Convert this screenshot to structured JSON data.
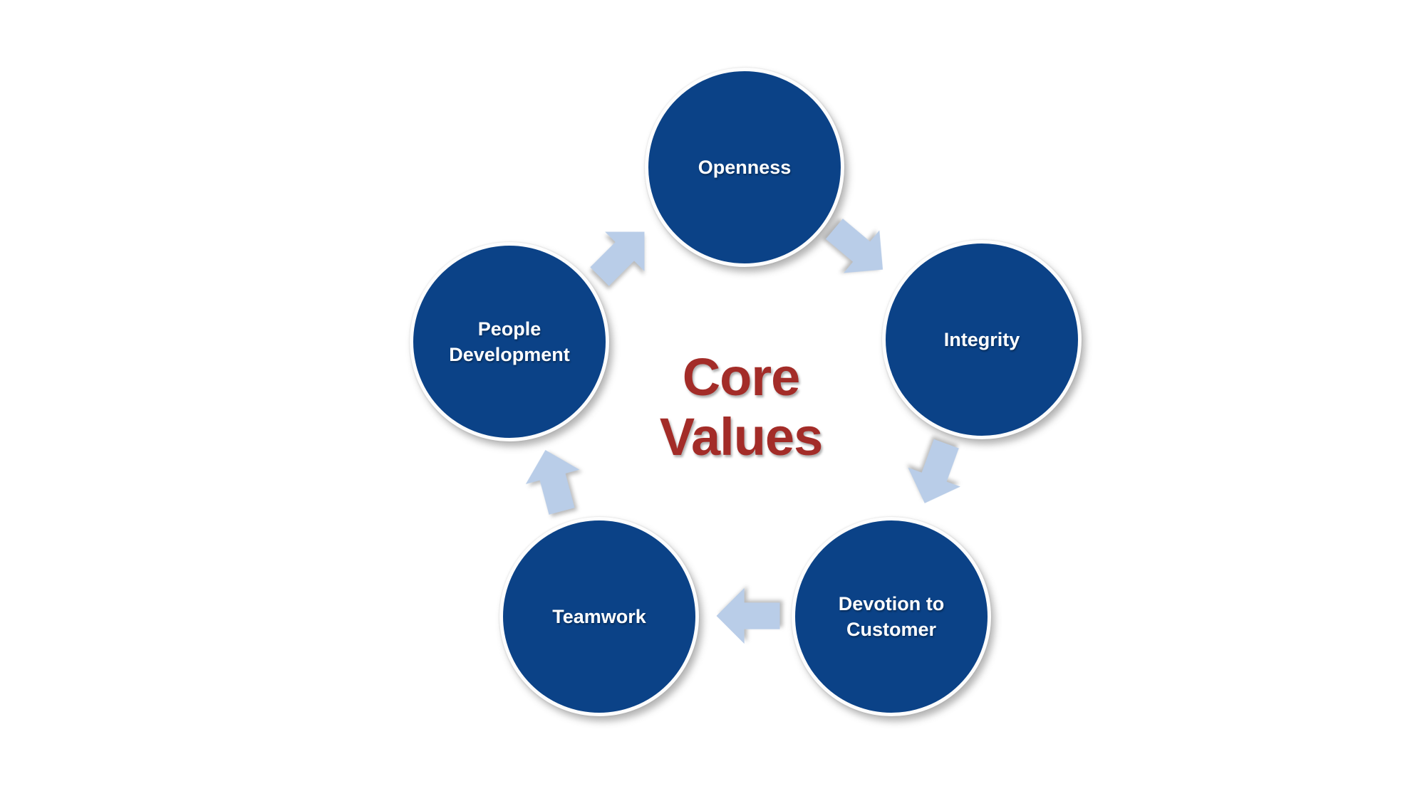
{
  "diagram": {
    "title_line1": "Core",
    "title_line2": "Values",
    "title_color": "#A32C28",
    "node_fill": "#0B4287",
    "node_text_color": "#FFFFFF",
    "arrow_fill": "#B9CDE8",
    "nodes": [
      {
        "id": "openness",
        "label": "Openness"
      },
      {
        "id": "integrity",
        "label": "Integrity"
      },
      {
        "id": "devotion-to-customer",
        "label": "Devotion to Customer"
      },
      {
        "id": "teamwork",
        "label": "Teamwork"
      },
      {
        "id": "people-development",
        "label": "People Development"
      }
    ],
    "arrows": [
      {
        "from": "Openness",
        "to": "Integrity"
      },
      {
        "from": "Integrity",
        "to": "Devotion to Customer"
      },
      {
        "from": "Devotion to Customer",
        "to": "Teamwork"
      },
      {
        "from": "Teamwork",
        "to": "People Development"
      },
      {
        "from": "People Development",
        "to": "Openness"
      }
    ]
  }
}
